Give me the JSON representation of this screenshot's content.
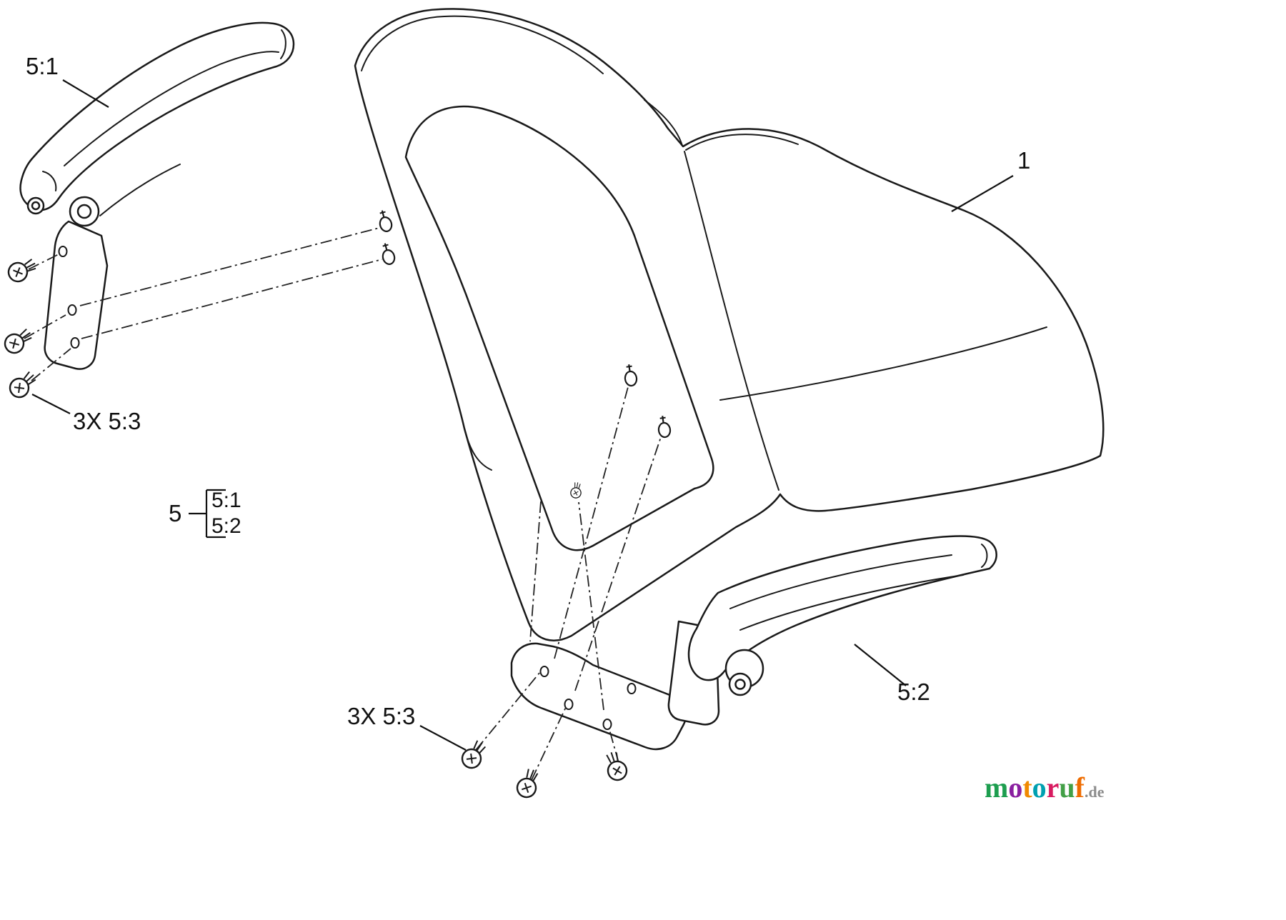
{
  "diagram": {
    "callouts": {
      "armrest_top": "5:1",
      "seat": "1",
      "hardware_left": "3X 5:3",
      "hardware_bottom": "3X 5:3",
      "armrest_bottom": "5:2",
      "group": {
        "id": "5",
        "items": [
          "5:1",
          "5:2"
        ]
      }
    },
    "watermark": {
      "letters": [
        {
          "ch": "m",
          "color": "#1d9e4f"
        },
        {
          "ch": "o",
          "color": "#8a1fa0"
        },
        {
          "ch": "t",
          "color": "#f08a00"
        },
        {
          "ch": "o",
          "color": "#00a0b0"
        },
        {
          "ch": "r",
          "color": "#d81b60"
        },
        {
          "ch": "u",
          "color": "#43a047"
        },
        {
          "ch": "f",
          "color": "#ef6c00"
        },
        {
          "ch": ".de",
          "color": "#8c8c8c"
        }
      ]
    },
    "colors": {
      "line": "#1a1a1a",
      "background": "#ffffff"
    }
  }
}
